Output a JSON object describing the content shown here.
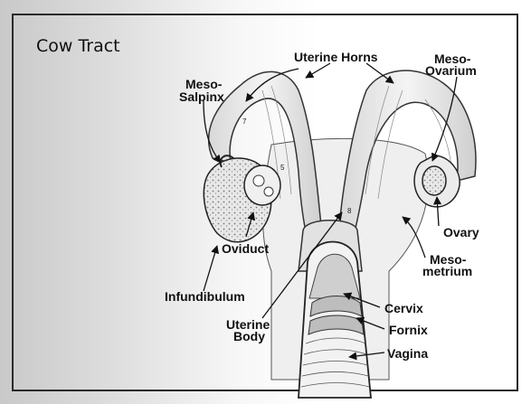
{
  "title": "Cow Tract",
  "labels": {
    "uterine_horns": "Uterine Horns",
    "meso_salpinx_1": "Meso-",
    "meso_salpinx_2": "Salpinx",
    "meso_ovarium_1": "Meso-",
    "meso_ovarium_2": "Ovarium",
    "ovary": "Ovary",
    "oviduct": "Oviduct",
    "meso_metrium_1": "Meso-",
    "meso_metrium_2": "metrium",
    "infundibulum": "Infundibulum",
    "cervix": "Cervix",
    "uterine_body_1": "Uterine",
    "uterine_body_2": "Body",
    "fornix": "Fornix",
    "vagina": "Vagina"
  },
  "figure_numbers": [
    "7",
    "5",
    "8"
  ],
  "colors": {
    "ink": "#111111",
    "tissue_light": "#ececec",
    "tissue_shade": "#9a9a9a"
  }
}
